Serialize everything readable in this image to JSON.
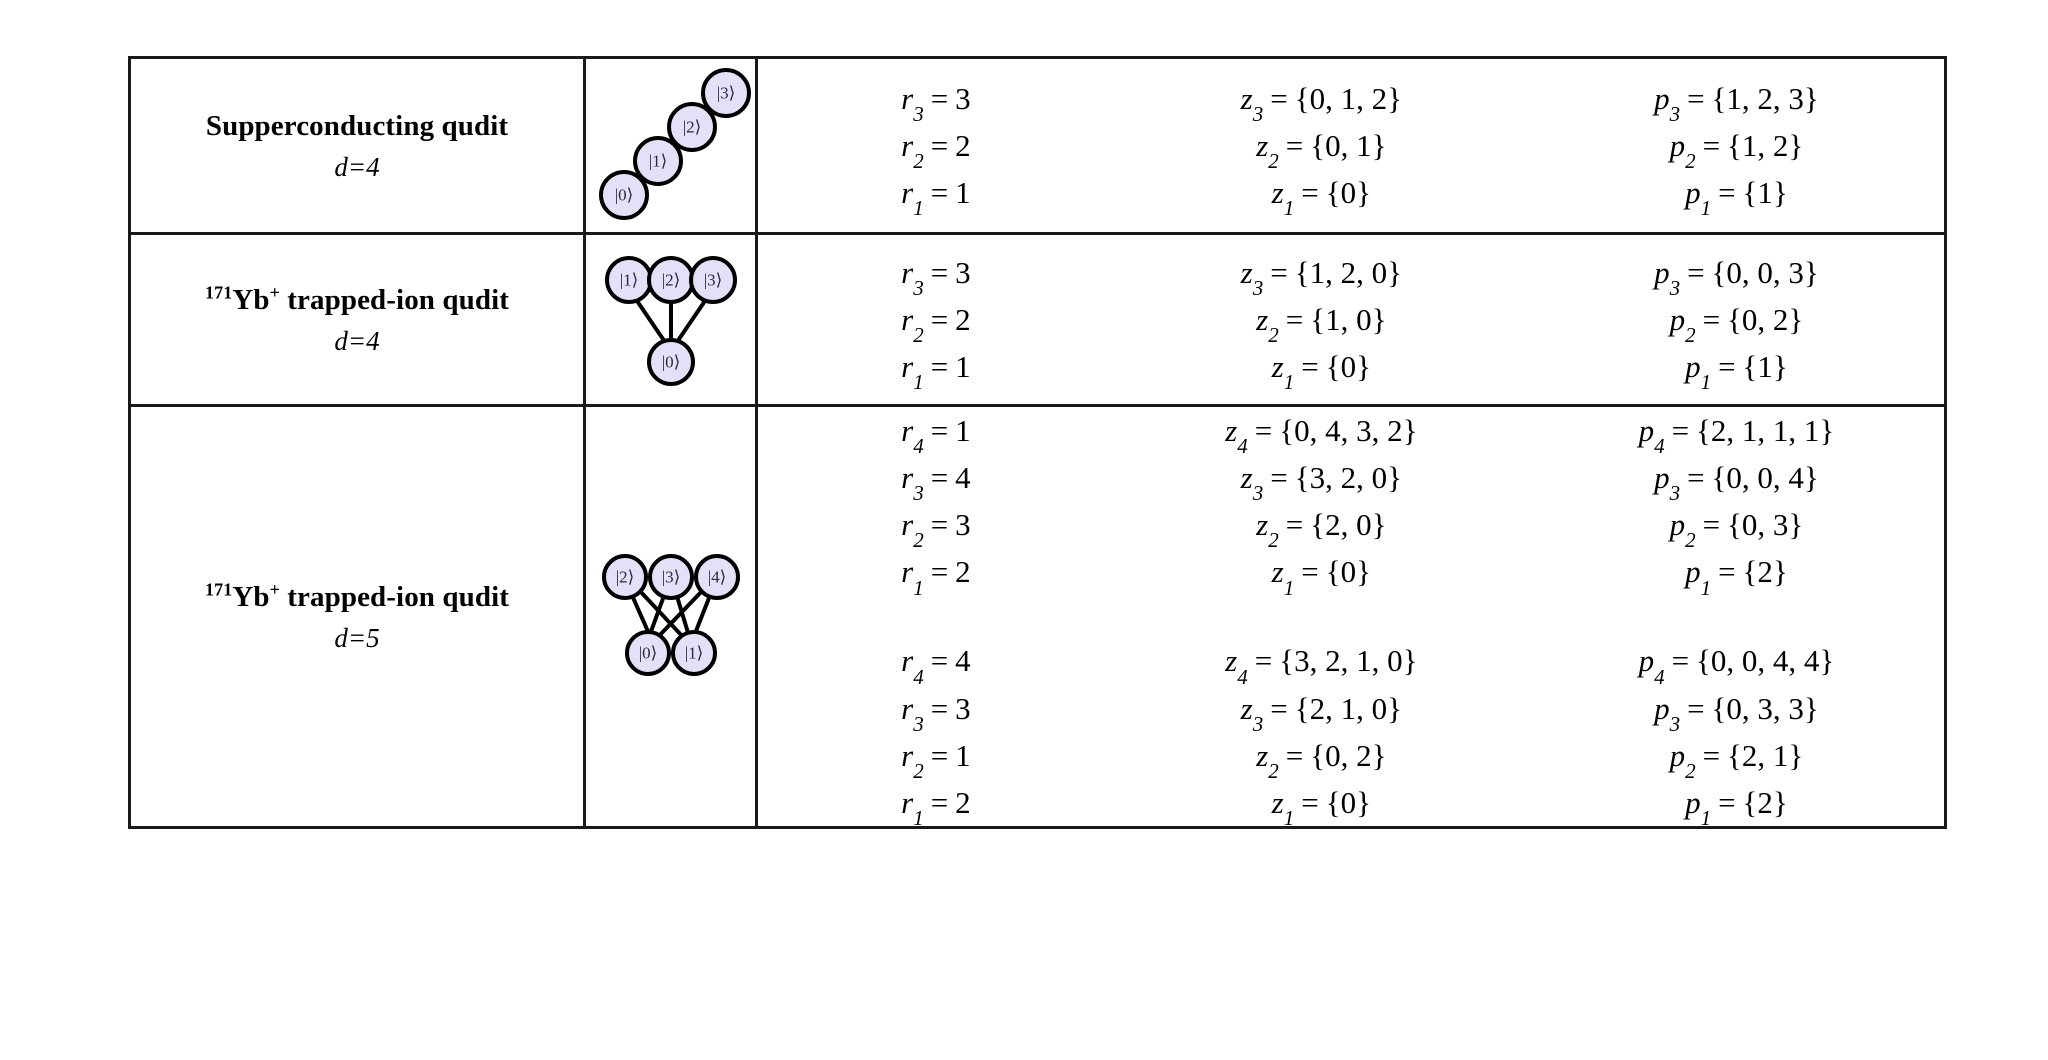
{
  "figure": {
    "type": "table",
    "columns": [
      "platform",
      "level-diagram",
      "decomposition-parameters"
    ]
  },
  "style": {
    "node_fill": "#e3e1f8",
    "node_stroke": "#000000",
    "border_color": "#1a1a1a",
    "background": "#ffffff"
  },
  "rows": [
    {
      "id": "row-superconducting-d4",
      "label": {
        "isotope": "",
        "title": "Supperconducting qudit",
        "dimension": "d=4"
      },
      "graph": {
        "kind": "chain",
        "nodes": [
          "|0⟩",
          "|1⟩",
          "|2⟩",
          "|3⟩"
        ],
        "edges": [
          [
            0,
            1
          ],
          [
            1,
            2
          ],
          [
            2,
            3
          ]
        ]
      },
      "blocks": [
        {
          "lines": [
            {
              "r_sub": "3",
              "r_val": "3",
              "z_sub": "3",
              "z_val": "{0, 1, 2}",
              "p_sub": "3",
              "p_val": "{1, 2, 3}"
            },
            {
              "r_sub": "2",
              "r_val": "2",
              "z_sub": "2",
              "z_val": "{0, 1}",
              "p_sub": "2",
              "p_val": "{1, 2}"
            },
            {
              "r_sub": "1",
              "r_val": "1",
              "z_sub": "1",
              "z_val": "{0}",
              "p_sub": "1",
              "p_val": "{1}"
            }
          ]
        }
      ]
    },
    {
      "id": "row-yb171-d4",
      "label": {
        "isotope": "171",
        "title": "Yb+ trapped-ion qudit",
        "element": "Yb",
        "charge": "+",
        "rest": " trapped-ion qudit",
        "dimension": "d=4"
      },
      "graph": {
        "kind": "star",
        "nodes": [
          "|1⟩",
          "|2⟩",
          "|3⟩",
          "|0⟩"
        ],
        "edges": [
          [
            0,
            3
          ],
          [
            1,
            3
          ],
          [
            2,
            3
          ]
        ]
      },
      "blocks": [
        {
          "lines": [
            {
              "r_sub": "3",
              "r_val": "3",
              "z_sub": "3",
              "z_val": "{1, 2, 0}",
              "p_sub": "3",
              "p_val": "{0, 0, 3}"
            },
            {
              "r_sub": "2",
              "r_val": "2",
              "z_sub": "2",
              "z_val": "{1, 0}",
              "p_sub": "2",
              "p_val": "{0, 2}"
            },
            {
              "r_sub": "1",
              "r_val": "1",
              "z_sub": "1",
              "z_val": "{0}",
              "p_sub": "1",
              "p_val": "{1}"
            }
          ]
        }
      ]
    },
    {
      "id": "row-yb171-d5",
      "label": {
        "isotope": "171",
        "title": "Yb+ trapped-ion qudit",
        "element": "Yb",
        "charge": "+",
        "rest": " trapped-ion qudit",
        "dimension": "d=5"
      },
      "graph": {
        "kind": "bipartite",
        "top_nodes": [
          "|2⟩",
          "|3⟩",
          "|4⟩"
        ],
        "bottom_nodes": [
          "|0⟩",
          "|1⟩"
        ],
        "edges": [
          [
            0,
            0
          ],
          [
            0,
            1
          ],
          [
            1,
            0
          ],
          [
            1,
            1
          ],
          [
            2,
            0
          ],
          [
            2,
            1
          ]
        ]
      },
      "blocks": [
        {
          "lines": [
            {
              "r_sub": "4",
              "r_val": "1",
              "z_sub": "4",
              "z_val": "{0, 4, 3, 2}",
              "p_sub": "4",
              "p_val": "{2, 1, 1, 1}"
            },
            {
              "r_sub": "3",
              "r_val": "4",
              "z_sub": "3",
              "z_val": "{3, 2, 0}",
              "p_sub": "3",
              "p_val": "{0, 0, 4}"
            },
            {
              "r_sub": "2",
              "r_val": "3",
              "z_sub": "2",
              "z_val": "{2, 0}",
              "p_sub": "2",
              "p_val": "{0, 3}"
            },
            {
              "r_sub": "1",
              "r_val": "2",
              "z_sub": "1",
              "z_val": "{0}",
              "p_sub": "1",
              "p_val": "{2}"
            }
          ]
        },
        {
          "lines": [
            {
              "r_sub": "4",
              "r_val": "4",
              "z_sub": "4",
              "z_val": "{3, 2, 1, 0}",
              "p_sub": "4",
              "p_val": "{0, 0, 4, 4}"
            },
            {
              "r_sub": "3",
              "r_val": "3",
              "z_sub": "3",
              "z_val": "{2, 1, 0}",
              "p_sub": "3",
              "p_val": "{0, 3, 3}"
            },
            {
              "r_sub": "2",
              "r_val": "1",
              "z_sub": "2",
              "z_val": "{0, 2}",
              "p_sub": "2",
              "p_val": "{2, 1}"
            },
            {
              "r_sub": "1",
              "r_val": "2",
              "z_sub": "1",
              "z_val": "{0}",
              "p_sub": "1",
              "p_val": "{2}"
            }
          ]
        }
      ]
    }
  ],
  "symbols": {
    "r": "r",
    "z": "z",
    "p": "p",
    "equals": "="
  }
}
